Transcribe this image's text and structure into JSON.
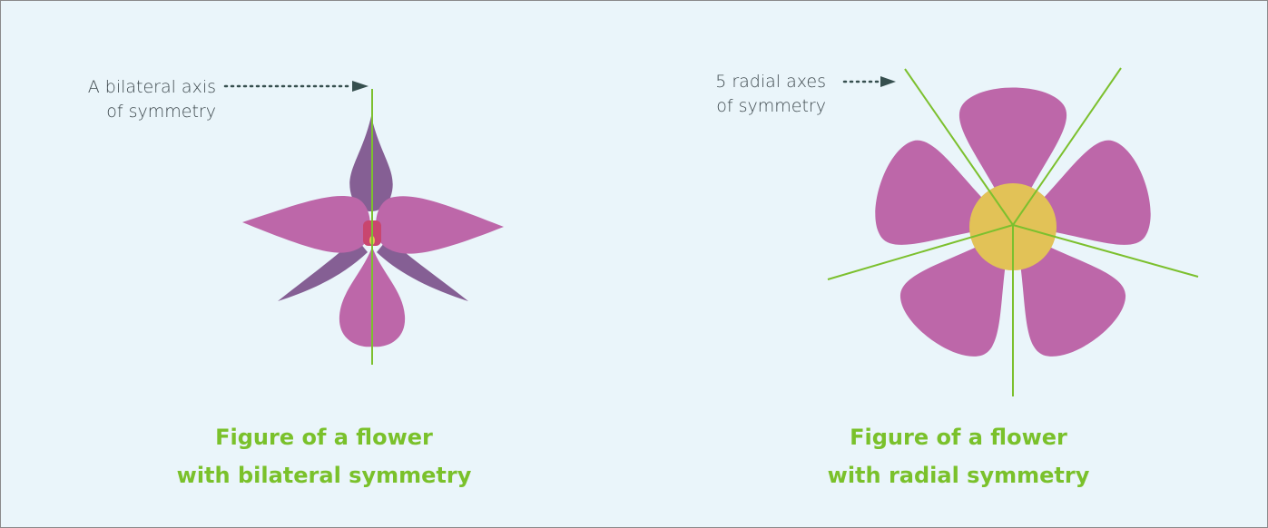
{
  "left_panel": {
    "annotation_line1": "A bilateral axis",
    "annotation_line2": "of symmetry",
    "caption_line1": "Figure of a flower",
    "caption_line2": "with bilateral symmetry"
  },
  "right_panel": {
    "annotation_line1": "5 radial axes",
    "annotation_line2": "of symmetry",
    "caption_line1": "Figure of a flower",
    "caption_line2": "with radial symmetry"
  },
  "colors": {
    "background": "#eaf5fa",
    "frame_border": "#8a8a8a",
    "petal_pink": "#bd67a9",
    "petal_purple": "#855f94",
    "flower_center": "#e2c257",
    "stigma_red": "#c9466f",
    "axis_green": "#7cc02e",
    "caption_green": "#7ac12b",
    "text_dark": "#3f4a4f",
    "arrow_dark": "#364f4e"
  }
}
